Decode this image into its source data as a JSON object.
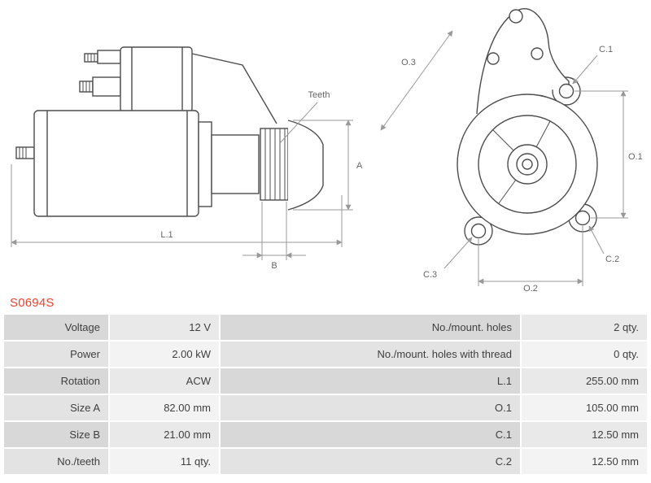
{
  "part_number": "S0694S",
  "colors": {
    "part_number_red": "#e8432f",
    "drawing_line": "#4d4d4d",
    "dimension_line": "#999999",
    "dimension_text": "#666666",
    "table_text": "#3f3f3f"
  },
  "diagram": {
    "labels": {
      "teeth": "Teeth",
      "a": "A",
      "l1": "L.1",
      "b": "B",
      "o3": "O.3",
      "c1": "C.1",
      "o1": "O.1",
      "c2": "C.2",
      "c3": "C.3",
      "o2": "O.2"
    }
  },
  "specs": {
    "rows": [
      {
        "label_left": "Voltage",
        "value_left": "12 V",
        "label_right": "No./mount. holes",
        "value_right": "2 qty."
      },
      {
        "label_left": "Power",
        "value_left": "2.00 kW",
        "label_right": "No./mount. holes with thread",
        "value_right": "0 qty."
      },
      {
        "label_left": "Rotation",
        "value_left": "ACW",
        "label_right": "L.1",
        "value_right": "255.00 mm"
      },
      {
        "label_left": "Size A",
        "value_left": "82.00 mm",
        "label_right": "O.1",
        "value_right": "105.00 mm"
      },
      {
        "label_left": "Size B",
        "value_left": "21.00 mm",
        "label_right": "C.1",
        "value_right": "12.50 mm"
      },
      {
        "label_left": "No./teeth",
        "value_left": "11 qty.",
        "label_right": "C.2",
        "value_right": "12.50 mm"
      }
    ]
  }
}
